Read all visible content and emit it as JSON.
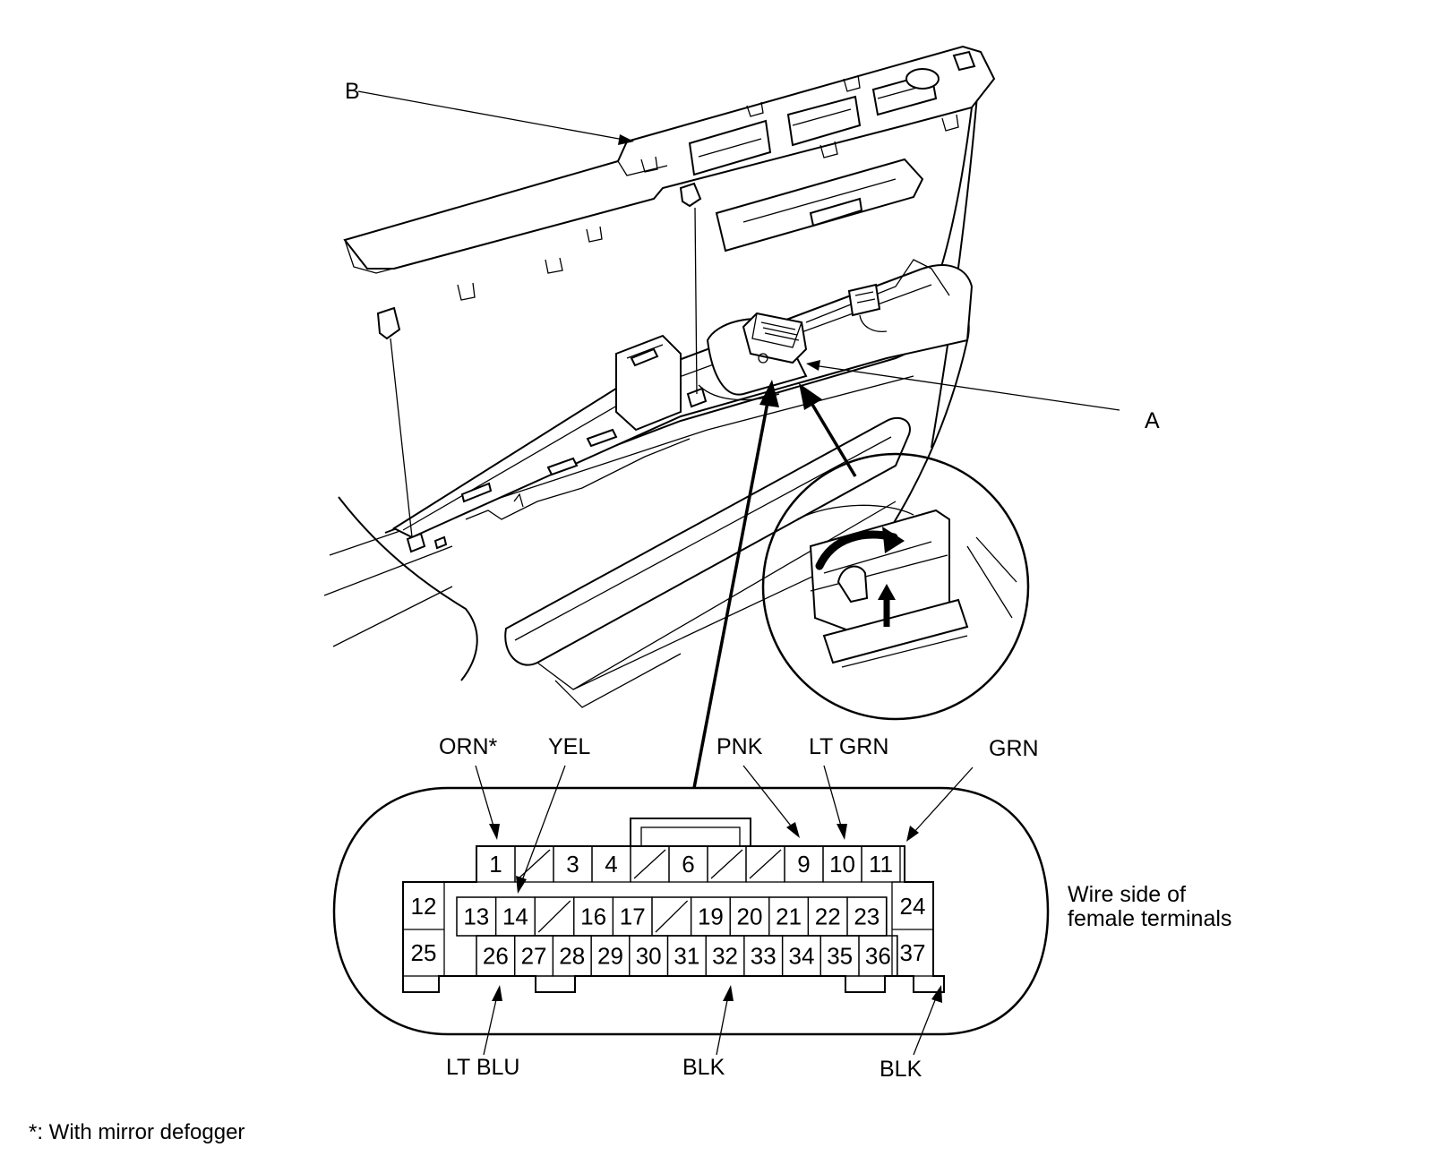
{
  "callouts": {
    "a": "A",
    "b": "B"
  },
  "connector": {
    "top_row": [
      "1",
      "",
      "3",
      "4",
      "",
      "6",
      "",
      "",
      "9",
      "10",
      "11"
    ],
    "middle_row": [
      "13",
      "14",
      "",
      "16",
      "17",
      "",
      "19",
      "20",
      "21",
      "22",
      "23"
    ],
    "bottom_row": [
      "26",
      "27",
      "28",
      "29",
      "30",
      "31",
      "32",
      "33",
      "34",
      "35",
      "36"
    ],
    "side_left": [
      "12",
      "25"
    ],
    "side_right": [
      "24",
      "37"
    ],
    "side_note": [
      "Wire side of",
      "female terminals"
    ]
  },
  "wire_colors": {
    "orn": "ORN*",
    "yel": "YEL",
    "pnk": "PNK",
    "lt_grn": "LT GRN",
    "grn": "GRN",
    "lt_blu": "LT BLU",
    "blk_32": "BLK",
    "blk_37": "BLK"
  },
  "footnote": "*: With mirror defogger"
}
